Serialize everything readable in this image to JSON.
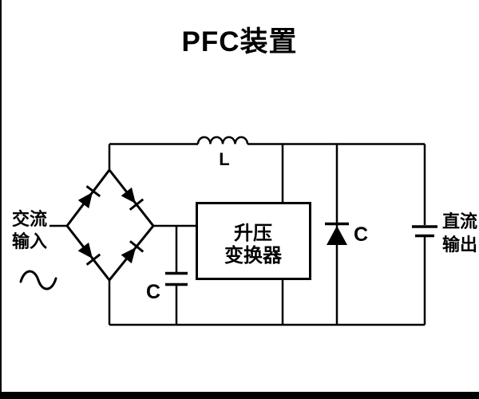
{
  "title": "PFC装置",
  "labels": {
    "ac_input_line1": "交流",
    "ac_input_line2": "输入",
    "inductor": "L",
    "bridge_capacitor": "C",
    "boost_converter_line1": "升压",
    "boost_converter_line2": "变换器",
    "switch_capacitor": "C",
    "dc_output_line1": "直流",
    "dc_output_line2": "输出"
  },
  "colors": {
    "stroke": "#000000",
    "background": "#ffffff"
  }
}
